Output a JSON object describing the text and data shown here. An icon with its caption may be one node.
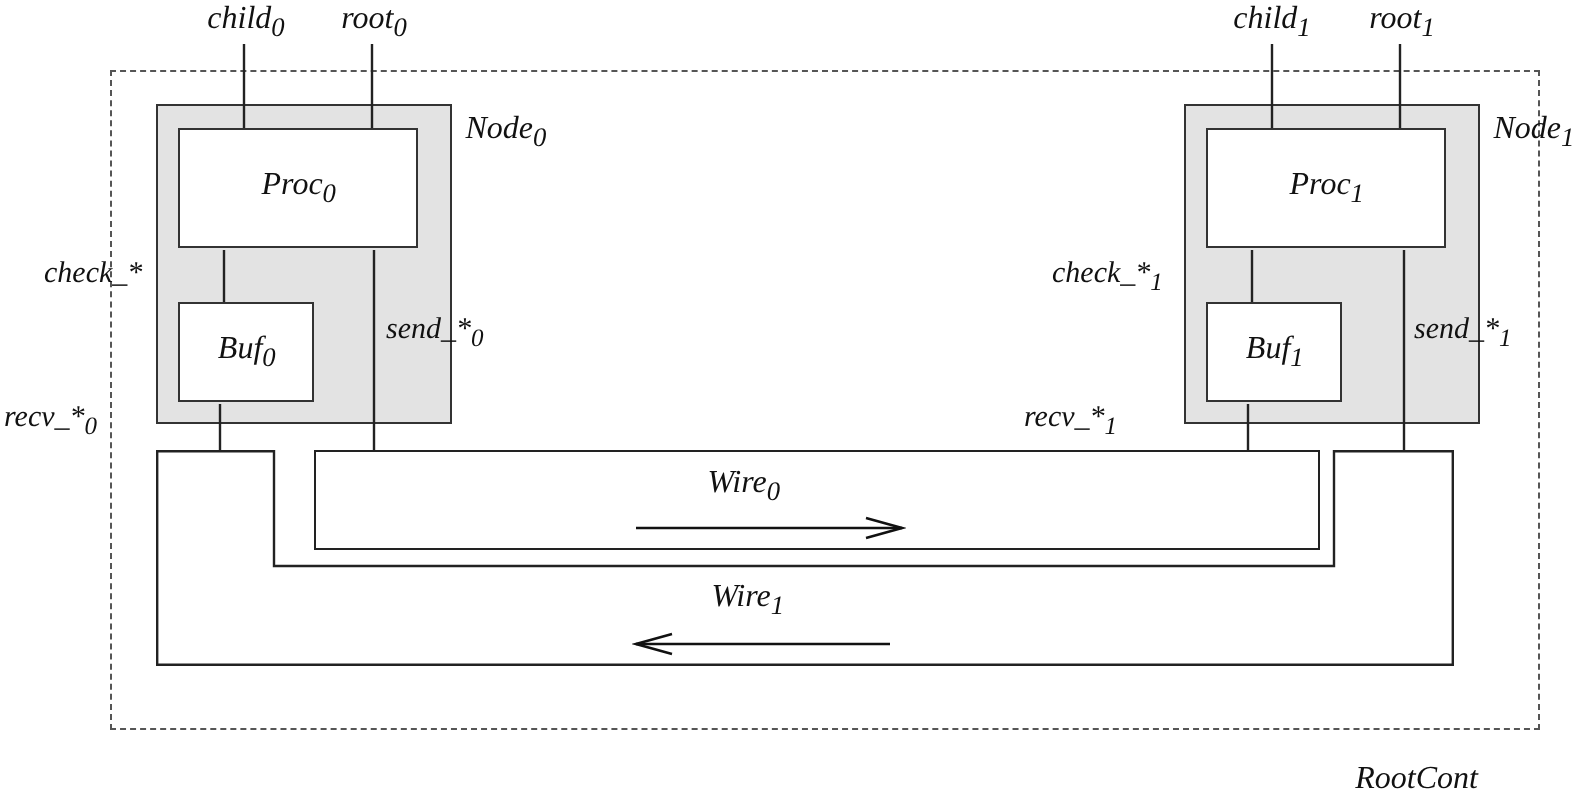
{
  "diagram": {
    "nodes": [
      {
        "text": [
          "RootCont"
        ]
      },
      {
        "text": [
          "Node$_{0}$"
        ],
        "in": 0
      },
      {
        "text": [
          "Proc$_{0}$"
        ],
        "in": 1
      },
      {
        "text": [
          "Buf$_{0}$"
        ],
        "in": 1
      },
      {
        "text": [
          "Node$_{1}$"
        ],
        "in": 0
      },
      {
        "text": [
          "Proc$_{1}$"
        ],
        "in": 4
      },
      {
        "text": [
          "Buf$_{1}$"
        ],
        "in": 4
      },
      {
        "text": [
          "Wire$_{0}$"
        ],
        "in": 0
      },
      {
        "text": [
          "Wire$_{1}$"
        ],
        "in": 0
      },
      {
        "text": [
          "child$_{0}$"
        ]
      },
      {
        "text": [
          "root$_{0}$"
        ]
      },
      {
        "text": [
          "child$_{1}$"
        ]
      },
      {
        "text": [
          "root$_{1}$"
        ]
      }
    ],
    "edges": [
      {
        "from": 9,
        "to": 2,
        "arrow": "none"
      },
      {
        "from": 10,
        "to": 2,
        "arrow": "none"
      },
      {
        "from": 2,
        "to": 3,
        "arrow": "none",
        "label": "check_*"
      },
      {
        "from": 2,
        "to": 7,
        "arrow": "none",
        "label": "send_*$_{0}$"
      },
      {
        "from": 3,
        "to": 8,
        "arrow": "none",
        "label": "recv_*$_{0}$"
      },
      {
        "from": 11,
        "to": 5,
        "arrow": "none"
      },
      {
        "from": 12,
        "to": 5,
        "arrow": "none"
      },
      {
        "from": 5,
        "to": 6,
        "arrow": "none",
        "label": "check_*$_{1}$"
      },
      {
        "from": 5,
        "to": 8,
        "arrow": "none",
        "label": "send_*$_{1}$"
      },
      {
        "from": 6,
        "to": 7,
        "arrow": "none",
        "label": "recv_*$_{1}$"
      }
    ]
  }
}
